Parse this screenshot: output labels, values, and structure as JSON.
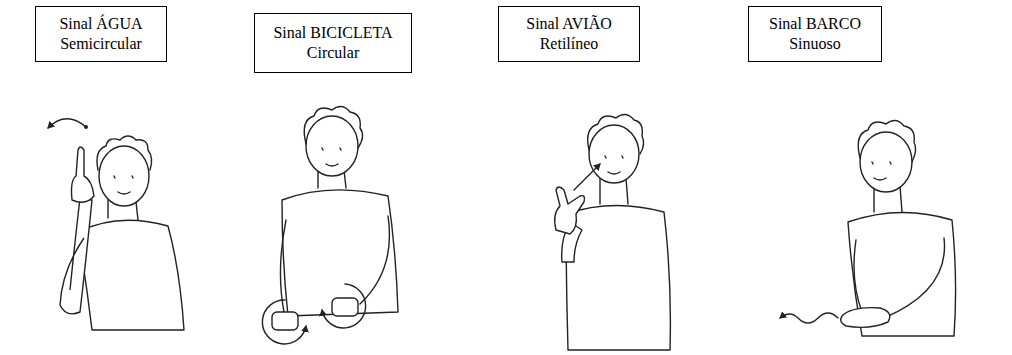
{
  "diagram": {
    "nodes": [
      {
        "text": [
          "Sinal ÁGUA",
          "Semicircular"
        ]
      },
      {
        "text": [
          "Sinal BICICLETA",
          "Circular"
        ]
      },
      {
        "text": [
          "Sinal AVIÃO",
          "Retilíneo"
        ]
      },
      {
        "text": [
          "Sinal BARCO",
          "Sinuoso"
        ]
      }
    ]
  }
}
